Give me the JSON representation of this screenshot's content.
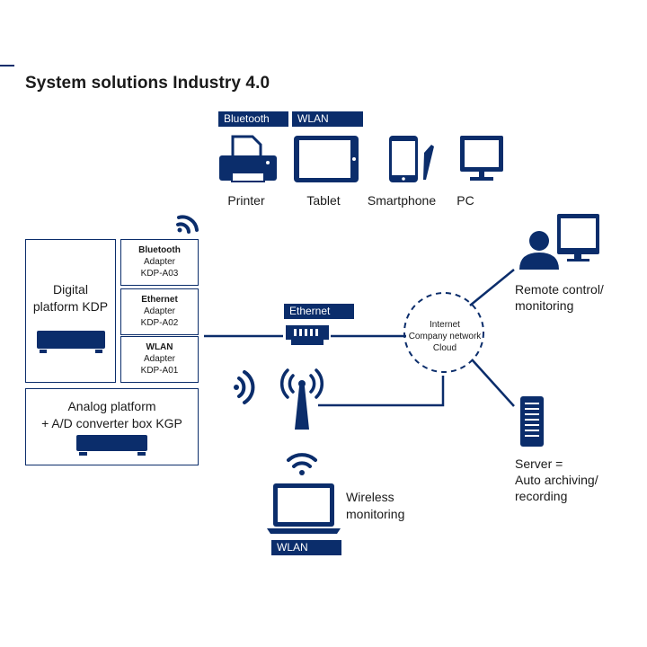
{
  "title": "System solutions Industry 4.0",
  "tags": {
    "bluetooth": "Bluetooth",
    "wlan_top": "WLAN",
    "ethernet": "Ethernet",
    "wlan_bottom": "WLAN"
  },
  "devices": {
    "printer": "Printer",
    "tablet": "Tablet",
    "smartphone": "Smartphone",
    "pc": "PC"
  },
  "digital_platform": {
    "line1": "Digital",
    "line2": "platform KDP"
  },
  "adapters": [
    {
      "name": "Bluetooth",
      "type": "Adapter",
      "model": "KDP-A03"
    },
    {
      "name": "Ethernet",
      "type": "Adapter",
      "model": "KDP-A02"
    },
    {
      "name": "WLAN",
      "type": "Adapter",
      "model": "KDP-A01"
    }
  ],
  "analog_platform": {
    "line1": "Analog platform",
    "line2": "+ A/D converter box KGP"
  },
  "cloud": {
    "line1": "Internet",
    "line2": "Company network",
    "line3": "Cloud"
  },
  "remote": {
    "line1": "Remote control/",
    "line2": "monitoring"
  },
  "server": {
    "line1": "Server =",
    "line2": "Auto archiving/",
    "line3": "recording"
  },
  "wireless": {
    "line1": "Wireless",
    "line2": "monitoring"
  },
  "colors": {
    "primary": "#0b2d6b",
    "text": "#1a1a1a",
    "background": "#ffffff"
  }
}
